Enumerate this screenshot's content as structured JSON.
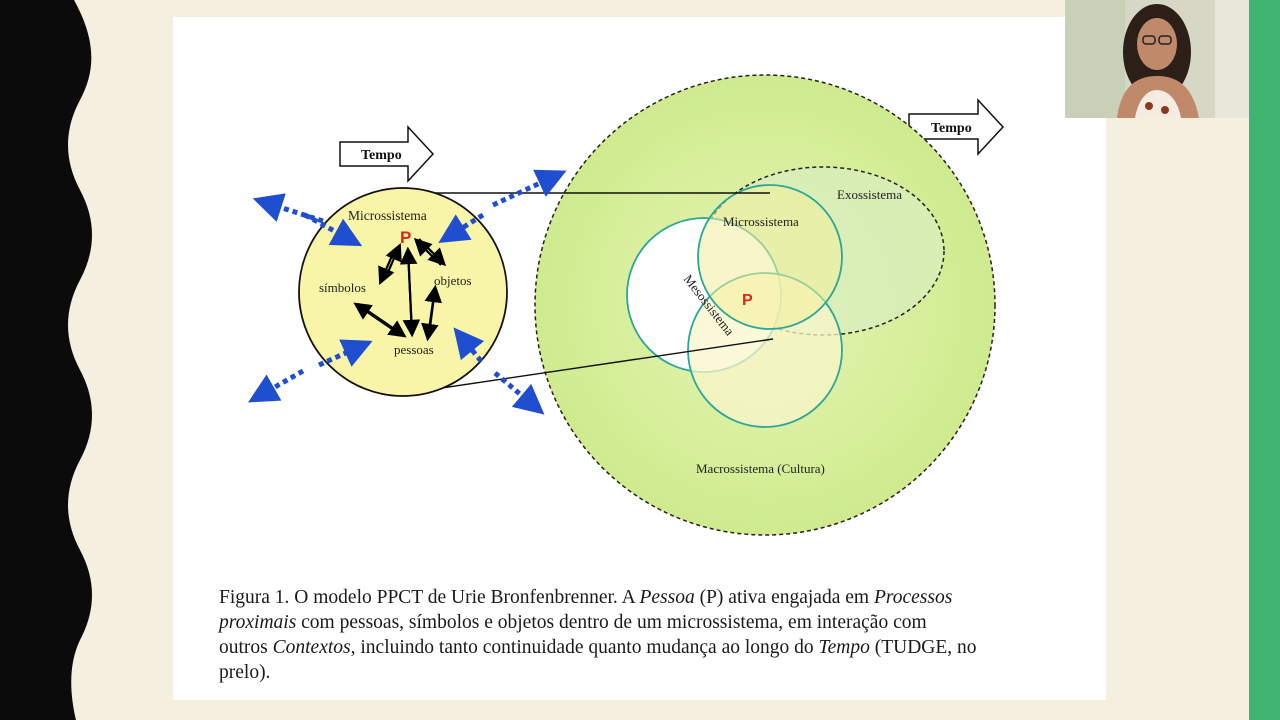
{
  "diagram": {
    "tempo_left": "Tempo",
    "tempo_right": "Tempo",
    "small_circle": {
      "title": "Microssistema",
      "person": "P",
      "symbols": "símbolos",
      "objects": "objetos",
      "people": "pessoas"
    },
    "big_circle": {
      "micro": "Microssistema",
      "exo": "Exossistema",
      "meso": "Mesossistema",
      "person": "P",
      "macro": "Macrossistema (Cultura)"
    }
  },
  "caption": {
    "line1_a": "Figura 1. O modelo PPCT de Urie Bronfenbrenner. A ",
    "line1_b": "Pessoa",
    "line1_c": " (P) ativa engajada em ",
    "line1_d": "Processos",
    "line2_a": "proximais",
    "line2_b": " com pessoas, símbolos e objetos dentro de um microssistema, em interação com",
    "line3_a": "outros ",
    "line3_b": "Contextos",
    "line3_c": ", incluindo tanto continuidade quanto mudança ao longo do ",
    "line3_d": "Tempo",
    "line3_e": " (TUDGE, no",
    "line4": "prelo)."
  },
  "colors": {
    "background": "#f4efde",
    "green_stripe": "#3fb471",
    "macro_fill": "#daf0a2",
    "micro_fill": "#faf5b0",
    "arrow_blue": "#1f4fd0",
    "person_red": "#e8221a"
  }
}
